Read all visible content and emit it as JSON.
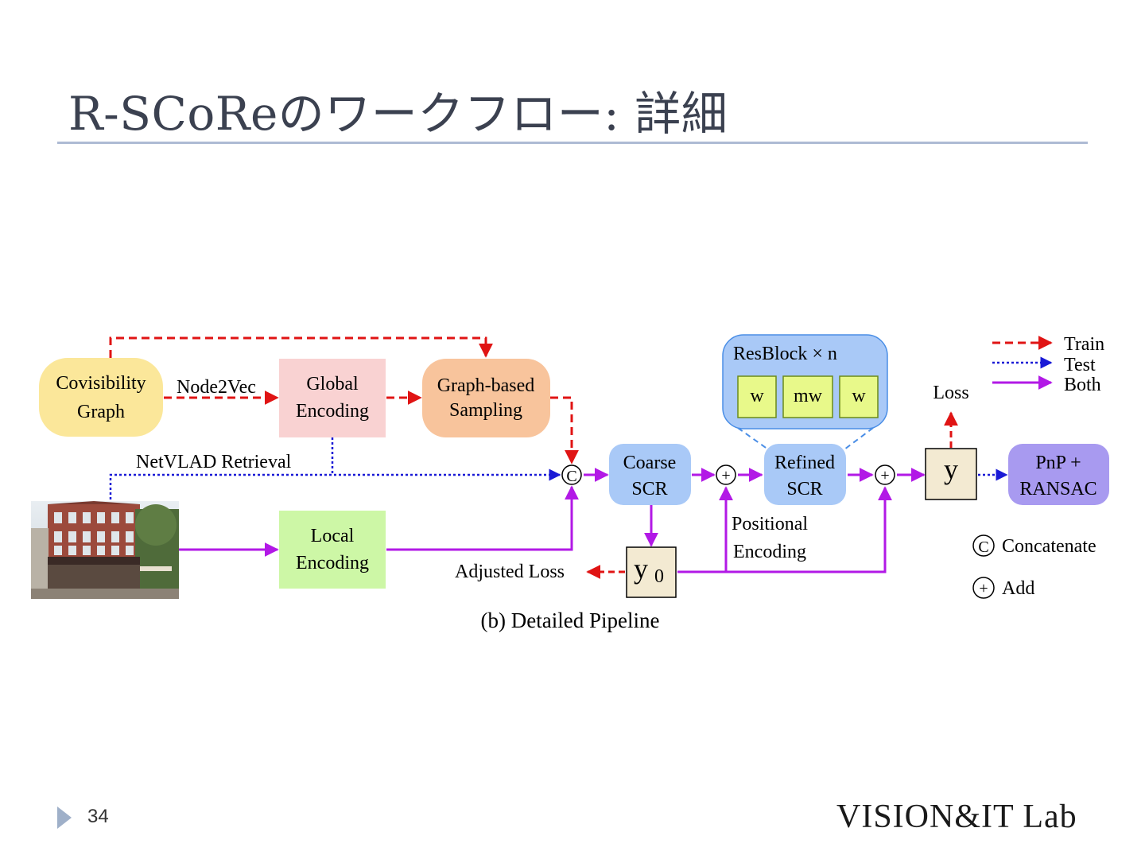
{
  "slide": {
    "title": "R-SCoReのワークフロー: 詳細",
    "page_number": "34",
    "logo_text": "VISION&IT Lab"
  },
  "diagram": {
    "nodes": {
      "covisibility_graph": [
        "Covisibility",
        "Graph"
      ],
      "global_encoding": [
        "Global",
        "Encoding"
      ],
      "graph_sampling": [
        "Graph-based",
        "Sampling"
      ],
      "local_encoding": [
        "Local",
        "Encoding"
      ],
      "coarse_scr": [
        "Coarse",
        "SCR"
      ],
      "refined_scr": [
        "Refined",
        "SCR"
      ],
      "resblock_label": "ResBlock × n",
      "resblock_items": [
        "w",
        "mw",
        "w"
      ],
      "y0_main": "y",
      "y0_sub": "0",
      "y_output": "y",
      "pnp_ransac": [
        "PnP +",
        "RANSAC"
      ]
    },
    "edge_labels": {
      "node2vec": "Node2Vec",
      "netvlad": "NetVLAD Retrieval",
      "loss": "Loss",
      "adjusted_loss": "Adjusted Loss",
      "positional_encoding": [
        "Positional",
        "Encoding"
      ]
    },
    "symbols": {
      "concat": "C",
      "add": "+"
    },
    "legend": {
      "train": "Train",
      "test": "Test",
      "both": "Both",
      "concatenate": "Concatenate",
      "add": "Add"
    },
    "caption": "(b) Detailed Pipeline",
    "colors": {
      "train": "#e01414",
      "test": "#1a1ad6",
      "both": "#b219e6",
      "covisibility_fill": "#fbe79a",
      "global_fill": "#f9d2d2",
      "sampling_fill": "#f8c49c",
      "local_fill": "#cdf7a6",
      "scr_fill": "#a9c9f7",
      "resblock_fill": "#a9c9f7",
      "resblock_item_fill": "#e8f98a",
      "y_fill": "#f3ead2",
      "pnp_fill": "#a89af0"
    }
  }
}
